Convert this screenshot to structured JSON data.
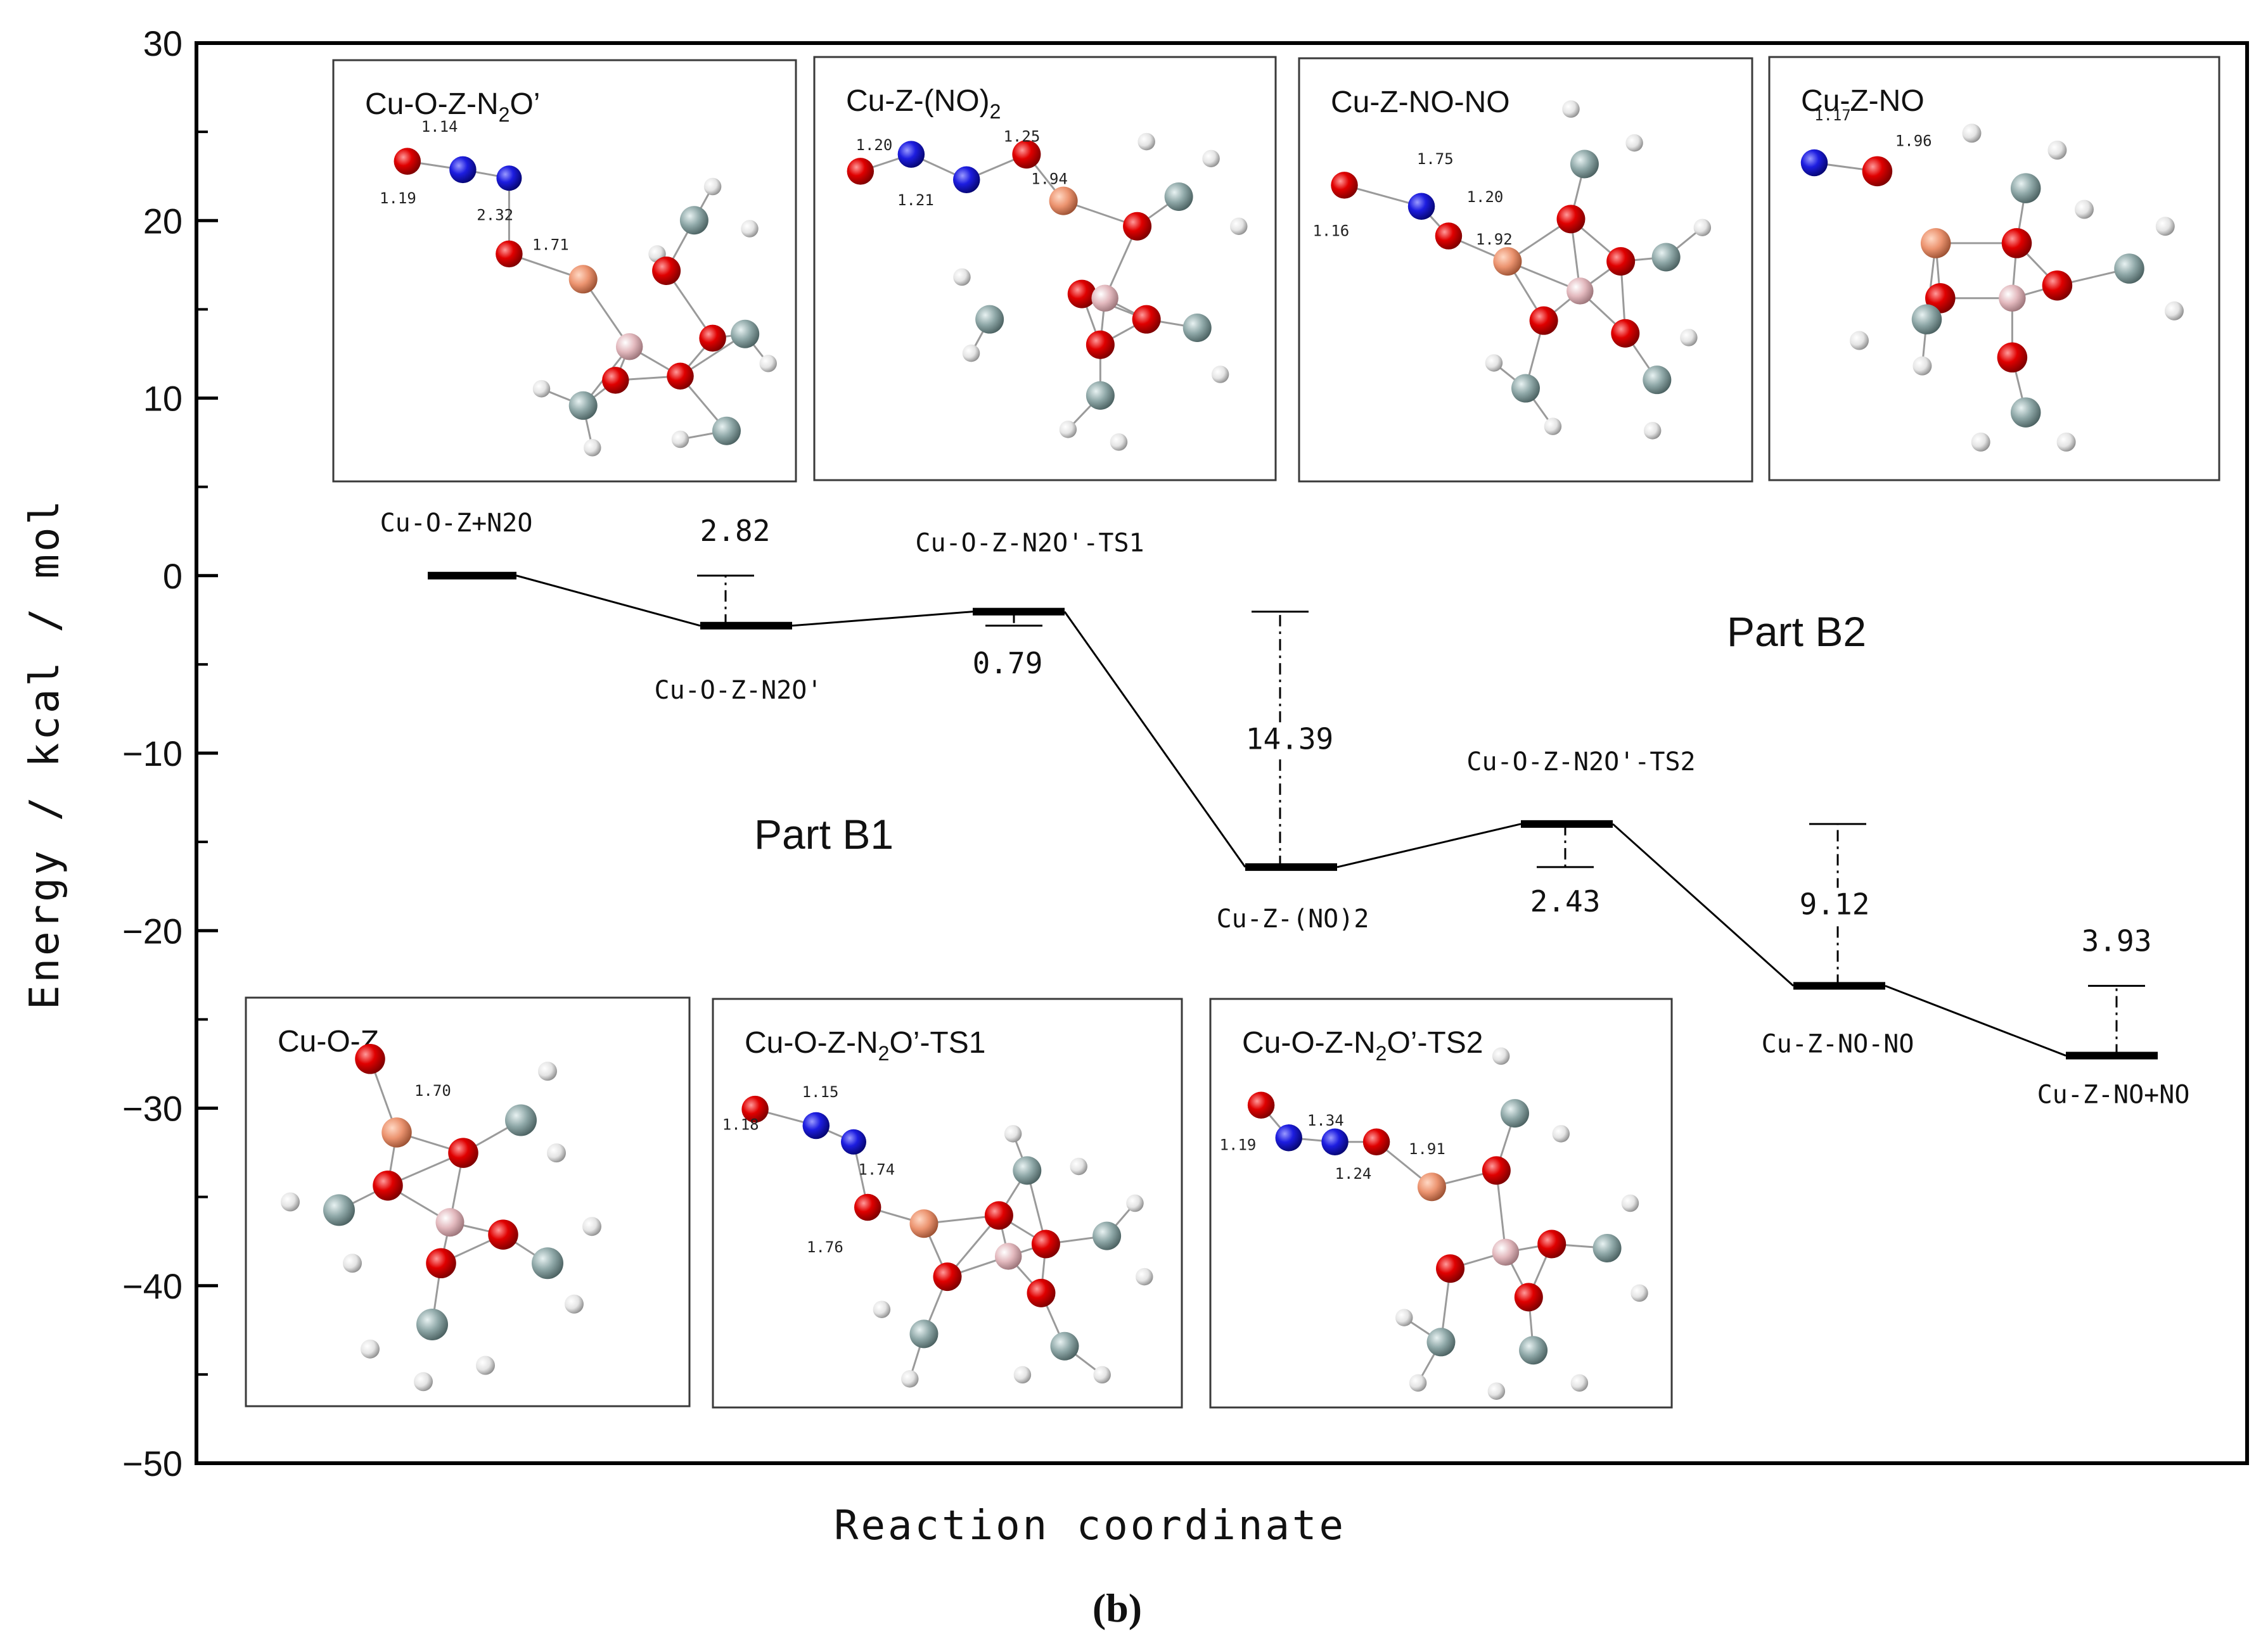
{
  "chart_data": {
    "type": "line",
    "title": "",
    "xlabel": "Reaction coordinate",
    "ylabel": "Energy / kcal / mol",
    "ylim": [
      -50,
      30
    ],
    "yticks": [
      30,
      20,
      10,
      0,
      -10,
      -20,
      -30,
      -40,
      -50
    ],
    "yticklabels": [
      "30",
      "20",
      "10",
      "0",
      "−10",
      "−20",
      "−30",
      "−40",
      "−50"
    ],
    "grid": false,
    "levels": [
      {
        "label": "Cu-O-Z+N2O",
        "energy": 0.0
      },
      {
        "label": "Cu-O-Z-N2O'",
        "energy": -2.82
      },
      {
        "label": "Cu-O-Z-N2O'-TS1",
        "energy": -2.03
      },
      {
        "label": "Cu-Z-(NO)2",
        "energy": -16.42
      },
      {
        "label": "Cu-O-Z-N2O'-TS2",
        "energy": -13.99
      },
      {
        "label": "Cu-Z-NO-NO",
        "energy": -23.11
      },
      {
        "label": "Cu-Z-NO+NO",
        "energy": -27.04
      }
    ],
    "energy_differences": [
      {
        "label": "2.82",
        "from_energy": -2.82,
        "to_energy": 0.0
      },
      {
        "label": "0.79",
        "from_energy": -2.03,
        "to_energy": -2.82
      },
      {
        "label": "14.39",
        "from_energy": -16.42,
        "to_energy": -2.03
      },
      {
        "label": "2.43",
        "from_energy": -13.99,
        "to_energy": -16.42
      },
      {
        "label": "9.12",
        "from_energy": -23.11,
        "to_energy": -13.99
      },
      {
        "label": "3.93",
        "from_energy": -27.04,
        "to_energy": -23.11
      }
    ],
    "annotations": [
      "Part B1",
      "Part B2"
    ],
    "caption": "(b)"
  },
  "structure_panels": [
    {
      "title_main": "Cu-O-Z-N",
      "title_sub": "2",
      "title_tail": "O’",
      "bond_lengths": [
        "1.14",
        "1.19",
        "2.32",
        "1.71"
      ]
    },
    {
      "title_main": "Cu-Z-(NO)",
      "title_sub": "2",
      "title_tail": "",
      "bond_lengths": [
        "1.20",
        "1.25",
        "1.21",
        "1.94"
      ]
    },
    {
      "title_main": "Cu-Z-NO-NO",
      "title_sub": "",
      "title_tail": "",
      "bond_lengths": [
        "1.75",
        "1.20",
        "1.16",
        "1.92"
      ]
    },
    {
      "title_main": "Cu-Z-NO",
      "title_sub": "",
      "title_tail": "",
      "bond_lengths": [
        "1.17",
        "1.96"
      ]
    },
    {
      "title_main": "Cu-O-Z",
      "title_sub": "",
      "title_tail": "",
      "bond_lengths": [
        "1.70"
      ]
    },
    {
      "title_main": "Cu-O-Z-N",
      "title_sub": "2",
      "title_tail": "O’-TS1",
      "bond_lengths": [
        "1.15",
        "1.18",
        "1.74",
        "1.76"
      ]
    },
    {
      "title_main": "Cu-O-Z-N",
      "title_sub": "2",
      "title_tail": "O’-TS2",
      "bond_lengths": [
        "1.34",
        "1.19",
        "1.24",
        "1.91"
      ]
    }
  ],
  "atom_colors": {
    "O": "#d40000",
    "N": "#1a1ad6",
    "Cu": "#e8926b",
    "Si": "#e0b7bc",
    "C": "#8fa7a7",
    "H": "#e6e6e6"
  },
  "level_color": "#000000"
}
